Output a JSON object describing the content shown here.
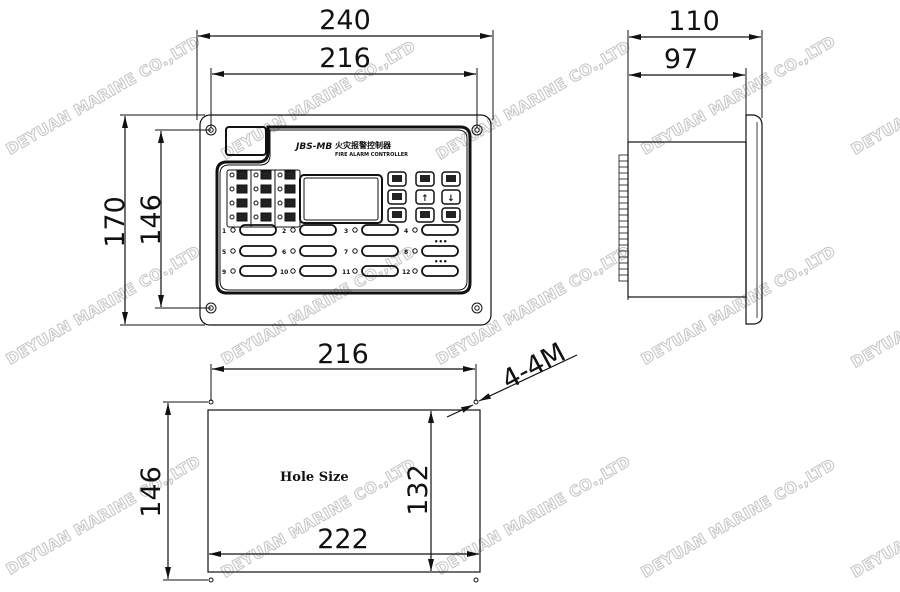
{
  "drawing": {
    "subject": "Fire alarm controller dimension drawing",
    "front_view": {
      "model_label": "JBS-MB",
      "chinese_label": "火灾报警控制器",
      "english_label": "FIRE ALARM CONTROLLER",
      "dimensions": {
        "overall_width": "240",
        "hole_spacing_width": "216",
        "overall_height": "170",
        "hole_spacing_height": "146"
      },
      "zone_numbers": [
        "1",
        "2",
        "3",
        "4",
        "5",
        "6",
        "7",
        "8",
        "9",
        "10",
        "11",
        "12"
      ],
      "nav_keys": {
        "up": "↑",
        "down": "↓"
      },
      "more_indicator": "•••"
    },
    "side_view": {
      "dimensions": {
        "overall_depth": "110",
        "body_depth": "97"
      }
    },
    "cutout_view": {
      "label": "Hole Size",
      "dimensions": {
        "hole_spacing_width": "216",
        "hole_spacing_height": "146",
        "cutout_width": "222",
        "cutout_height": "132",
        "mount_holes": "4-4M"
      }
    },
    "watermark": "DEYUAN MARINE CO.,LTD",
    "colors": {
      "line": "#111111",
      "watermark_stroke": "#c8c8c8",
      "background": "#ffffff"
    }
  }
}
